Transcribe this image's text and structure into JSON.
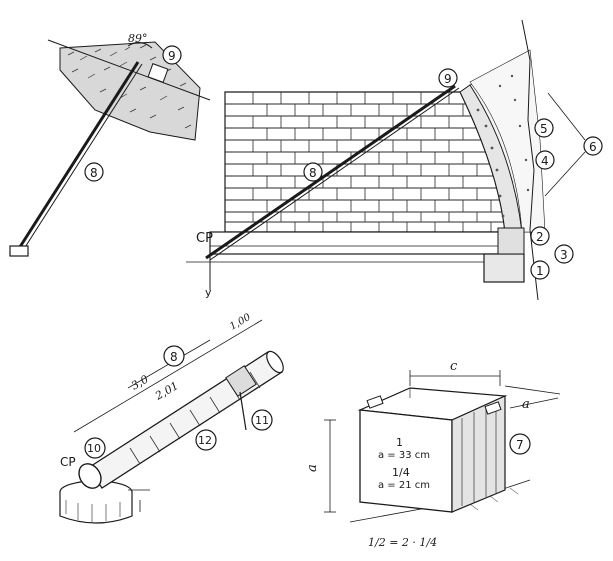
{
  "callouts": {
    "n1": "1",
    "n2": "2",
    "n3": "3",
    "n4": "4",
    "n5": "5",
    "n6": "6",
    "n7": "7",
    "n8": "8",
    "n9": "9",
    "n10": "10",
    "n11": "11",
    "n12": "12"
  },
  "labels": {
    "cp": "CP",
    "angle": "89°",
    "y": "y",
    "dim_100": "1,00",
    "dim_201": "2,01",
    "dim_3": "3,0",
    "dim_c": "c",
    "dim_a": "a",
    "box_whole_fraction": "1",
    "box_whole_size": "a = 33 cm",
    "box_quarter_fraction": "1/4",
    "box_quarter_size": "a = 21 cm",
    "formula": "1/2 = 2 · 1/4"
  }
}
